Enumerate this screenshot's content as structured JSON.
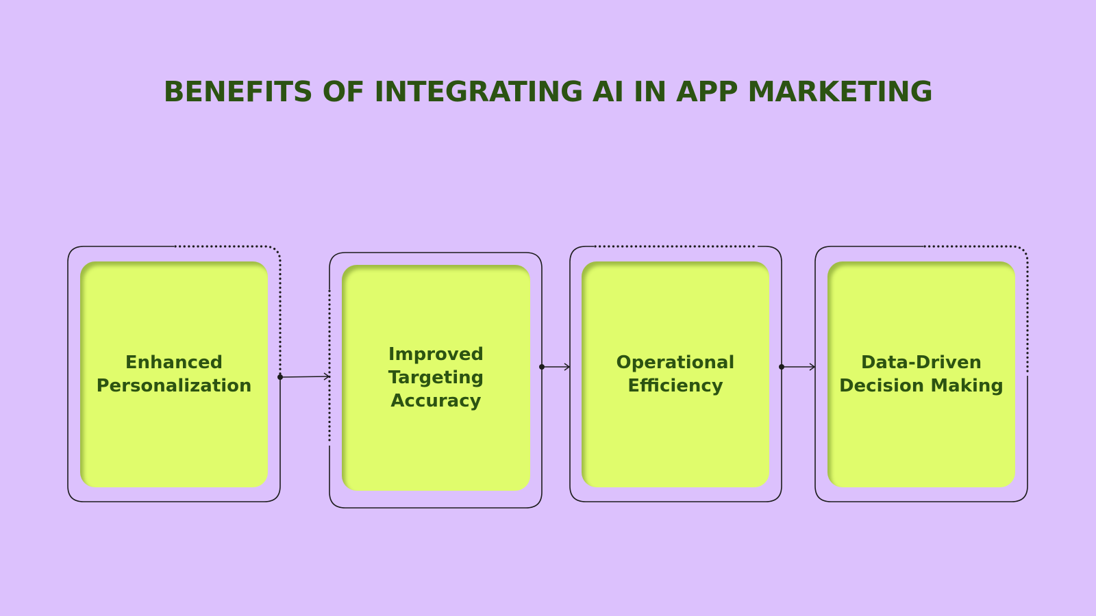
{
  "title": "BENEFITS OF INTEGRATING AI IN APP MARKETING",
  "colors": {
    "background": "#dcc1fd",
    "card_fill": "#e0fc6c",
    "text": "#2c5312",
    "outline": "#1c1c1c"
  },
  "steps": [
    {
      "label": "Enhanced\nPersonalization"
    },
    {
      "label": "Improved\nTargeting\nAccuracy"
    },
    {
      "label": "Operational\nEfficiency"
    },
    {
      "label": "Data-Driven\nDecision Making"
    }
  ]
}
